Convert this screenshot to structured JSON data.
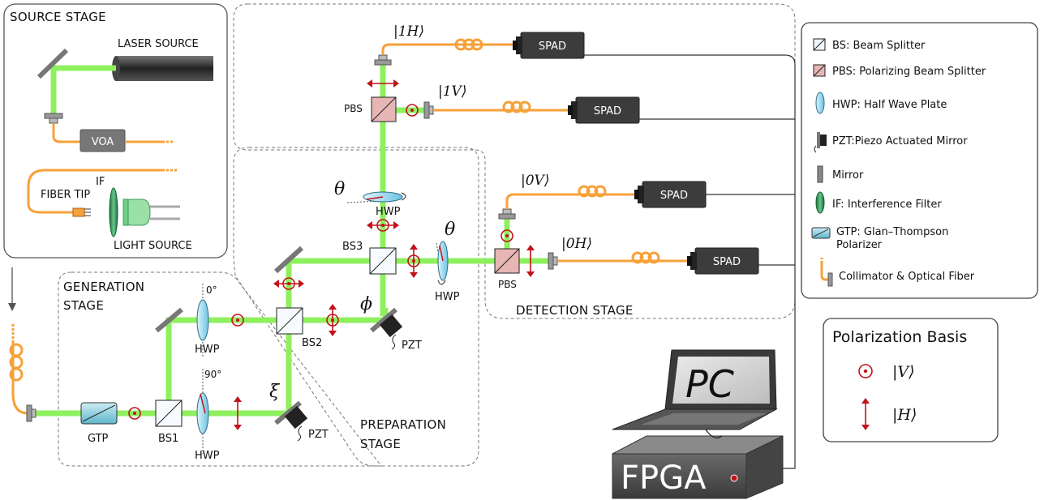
{
  "stages": {
    "source": "SOURCE STAGE",
    "generation_1": "GENERATION",
    "generation_2": "STAGE",
    "preparation_1": "PREPARATION",
    "preparation_2": "STAGE",
    "detection": "DETECTION  STAGE"
  },
  "source_labels": {
    "laser": "LASER SOURCE",
    "voa": "VOA",
    "if": "IF",
    "fiber_tip": "FIBER TIP",
    "light_source": "LIGHT SOURCE"
  },
  "components": {
    "gtp": "GTP",
    "bs1": "BS1",
    "bs2": "BS2",
    "bs3": "BS3",
    "hwp": "HWP",
    "pzt": "PZT",
    "pbs": "PBS",
    "angle_0": "0°",
    "angle_90": "90°",
    "theta": "θ",
    "phi": "ϕ",
    "xi": "ξ"
  },
  "detectors": {
    "spad": "SPAD",
    "ket_1H": "|1H⟩",
    "ket_1V": "|1V⟩",
    "ket_0V": "|0V⟩",
    "ket_0H": "|0H⟩"
  },
  "legend": {
    "items": [
      {
        "icon": "beam-splitter-icon",
        "label": "BS: Beam Splitter"
      },
      {
        "icon": "polarizing-beam-splitter-icon",
        "label": "PBS: Polarizing Beam Splitter"
      },
      {
        "icon": "half-wave-plate-icon",
        "label": "HWP: Half Wave Plate"
      },
      {
        "icon": "piezo-mirror-icon",
        "label": "PZT:Piezo Actuated Mirror"
      },
      {
        "icon": "mirror-icon",
        "label": "Mirror"
      },
      {
        "icon": "interference-filter-icon",
        "label": "IF: Interference Filter"
      },
      {
        "icon": "glan-thompson-icon",
        "label": "GTP: Glan–Thompson",
        "label2": "Polarizer"
      },
      {
        "icon": "collimator-fiber-icon",
        "label": "Collimator & Optical Fiber"
      }
    ]
  },
  "polarization_basis": {
    "title": "Polarization Basis",
    "v_ket": "|V⟩",
    "h_ket": "|H⟩"
  },
  "computer": {
    "pc": "PC",
    "fpga": "FPGA"
  },
  "colors": {
    "beam": "#8ef05e",
    "fiber": "#f7a13a",
    "polarization_marker": "#c0131a",
    "spad_body": "#3c3c3c"
  }
}
